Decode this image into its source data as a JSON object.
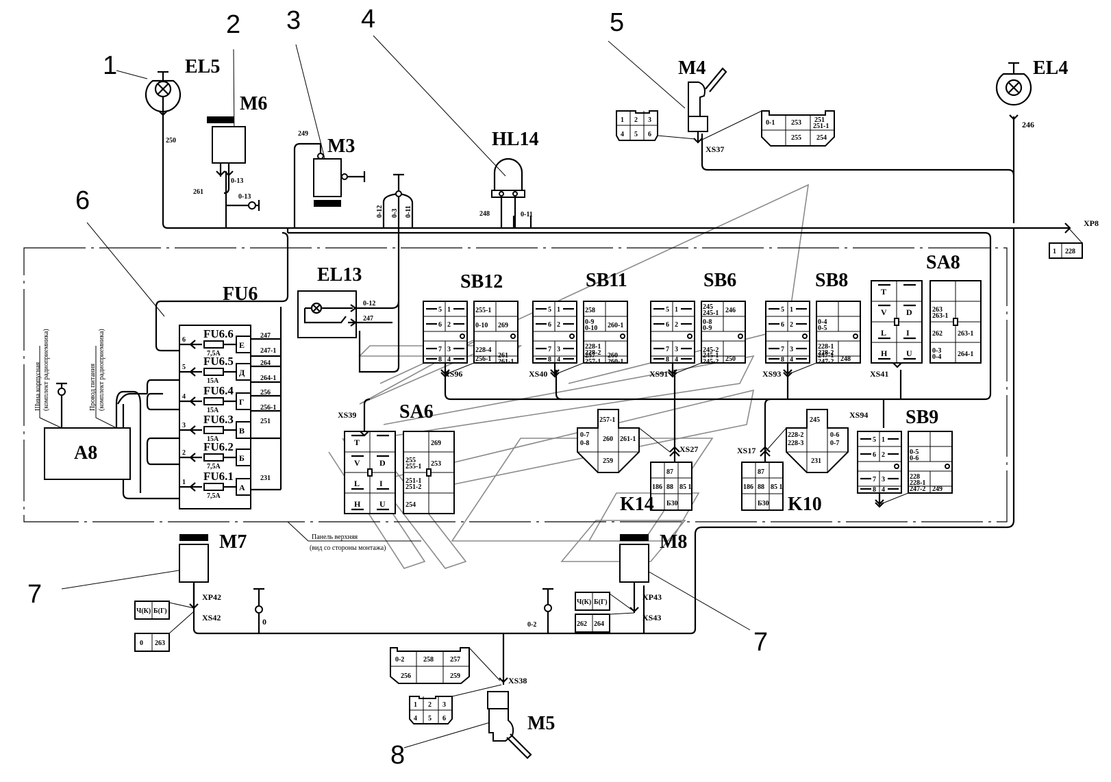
{
  "callouts": [
    "1",
    "2",
    "3",
    "4",
    "5",
    "6",
    "7",
    "7",
    "8"
  ],
  "components": {
    "EL5": {
      "ref": "EL5",
      "wire": "250"
    },
    "EL4": {
      "ref": "EL4",
      "wire": "246"
    },
    "M6": {
      "ref": "M6",
      "wires": [
        "261",
        "0-13",
        "0-13"
      ]
    },
    "M3": {
      "ref": "M3",
      "wire": "249"
    },
    "HL14": {
      "ref": "HL14",
      "wires": [
        "248",
        "0-11"
      ]
    },
    "ground_tap": {
      "wires": [
        "0-12",
        "0-3",
        "0-11"
      ]
    },
    "M4": {
      "ref": "M4",
      "connector": "XS37",
      "pins": [
        "1",
        "2",
        "3",
        "4",
        "5",
        "6"
      ],
      "harness": [
        "0-1",
        "253",
        "251\n251-1",
        "",
        "255",
        "254"
      ]
    },
    "XP8": {
      "ref": "XP8",
      "cells": [
        "1",
        "228"
      ]
    },
    "FU6": {
      "ref": "FU6",
      "fuses": [
        {
          "name": "FU6.6",
          "rating": "7,5A",
          "pin": "6",
          "terminal": "Е",
          "outs": [
            "247",
            "247-1"
          ]
        },
        {
          "name": "FU6.5",
          "rating": "15A",
          "pin": "5",
          "terminal": "Д",
          "outs": [
            "264",
            "264-1"
          ]
        },
        {
          "name": "FU6.4",
          "rating": "15A",
          "pin": "4",
          "terminal": "Г",
          "outs": [
            "256",
            "256-1"
          ]
        },
        {
          "name": "FU6.3",
          "rating": "15A",
          "pin": "3",
          "terminal": "В",
          "outs": [
            "251"
          ]
        },
        {
          "name": "FU6.2",
          "rating": "7,5A",
          "pin": "2",
          "terminal": "Б",
          "outs": []
        },
        {
          "name": "FU6.1",
          "rating": "7,5A",
          "pin": "1",
          "terminal": "А",
          "outs": [
            "231"
          ]
        }
      ],
      "feed_labels": [
        "1",
        "1",
        "1",
        "1"
      ]
    },
    "A8": {
      "ref": "A8",
      "label_left": "Шина корпусная",
      "sub_left": "(комплект радиоприемника)",
      "label_right": "Провод питания",
      "sub_right": "(комплект радиоприемника)"
    },
    "EL13": {
      "ref": "EL13",
      "wires": [
        "0-12",
        "247"
      ]
    },
    "SB12": {
      "ref": "SB12",
      "connector": "XS96",
      "cells": [
        "255-1",
        "",
        "0-10",
        "269",
        "228-4",
        "",
        "256-1",
        "261\n261-1"
      ]
    },
    "SB11": {
      "ref": "SB11",
      "connector": "XS40",
      "cells": [
        "258",
        "",
        "0-9\n0-10",
        "260-1",
        "228-1\n228-2",
        "",
        "257\n257-1",
        "260\n260-1"
      ]
    },
    "SB6": {
      "ref": "SB6",
      "connector": "XS91",
      "cells": [
        "245\n245-1",
        "246",
        "0-8\n0-9",
        "",
        "245-2",
        "",
        "245-1\n245-2",
        "250"
      ]
    },
    "SB8": {
      "ref": "SB8",
      "connector": "XS93",
      "cells": [
        "",
        "",
        "0-4\n0-5",
        "",
        "228-1\n228-2",
        "",
        "247-1\n247-2",
        "248"
      ]
    },
    "SA8": {
      "ref": "SA8",
      "connector": "XS41",
      "positions": [
        "T",
        "",
        "V",
        "D",
        "L",
        "I",
        "H",
        "U"
      ],
      "cells": [
        "",
        "",
        "263\n263-1",
        "",
        "262",
        "263-1",
        "0-3\n0-4",
        "264-1"
      ]
    },
    "SA6": {
      "ref": "SA6",
      "connector": "XS39",
      "positions": [
        "T",
        "",
        "V",
        "D",
        "L",
        "I",
        "H",
        "U"
      ],
      "cells": [
        "",
        "269",
        "255\n255-1",
        "253",
        "251-1\n251-2",
        "",
        "254",
        ""
      ]
    },
    "SB9": {
      "ref": "SB9",
      "connector": "XS94",
      "cells": [
        "",
        "",
        "0-5\n0-6",
        "",
        "228\n228-1",
        "",
        "247-2",
        "249"
      ]
    },
    "K14": {
      "ref": "K14",
      "connector": "XS27",
      "harness": [
        "257-1",
        "0-7\n0-8",
        "260",
        "261-1",
        "259"
      ],
      "pins": [
        "87",
        "186",
        "88",
        "85 1",
        "Б30"
      ]
    },
    "K10": {
      "ref": "K10",
      "connector": "XS17",
      "harness": [
        "245",
        "228-2\n228-3",
        "0-6\n0-7",
        "231"
      ],
      "pins": [
        "87",
        "186",
        "88",
        "85 1",
        "Б30"
      ]
    },
    "panel_note": {
      "line1": "Панель верхняя",
      "line2": "(вид со стороны монтажа)"
    },
    "M7": {
      "ref": "M7",
      "plug": "XP42",
      "socket": "XS42",
      "cells_top": [
        "Ч(К)",
        "Б(Г)"
      ],
      "cells_bot": [
        "0",
        "263"
      ],
      "ground": "0"
    },
    "M8": {
      "ref": "M8",
      "plug": "XP43",
      "socket": "XS43",
      "cells_top": [
        "Ч(К)",
        "Б(Г)"
      ],
      "cells_bot": [
        "262",
        "264"
      ],
      "ground": "0-2"
    },
    "M5": {
      "ref": "M5",
      "connector": "XS38",
      "pins": [
        "1",
        "2",
        "3",
        "4",
        "5",
        "6"
      ],
      "harness": [
        "0-2",
        "258",
        "257",
        "256",
        "",
        "259"
      ]
    }
  }
}
